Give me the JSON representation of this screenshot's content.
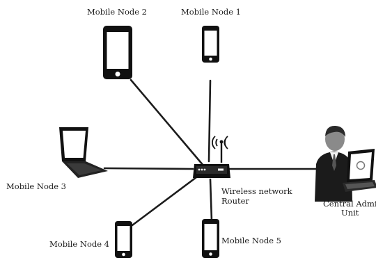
{
  "diagram": {
    "nodes": {
      "node1": {
        "label": "Mobile Node 1",
        "device": "smartphone-icon"
      },
      "node2": {
        "label": "Mobile Node 2",
        "device": "tablet-icon"
      },
      "node3": {
        "label": "Mobile Node 3",
        "device": "laptop-icon"
      },
      "node4": {
        "label": "Mobile Node 4",
        "device": "smartphone-icon"
      },
      "node5": {
        "label": "Mobile Node 5",
        "device": "smartphone-icon"
      },
      "router": {
        "label_line1": "Wireless network",
        "label_line2": "Router",
        "device": "router-icon"
      },
      "admin": {
        "label_line1": "Central Admin",
        "label_line2": "Unit",
        "device": "admin-user-icon"
      }
    },
    "edges": [
      [
        "router",
        "node1"
      ],
      [
        "router",
        "node2"
      ],
      [
        "router",
        "node3"
      ],
      [
        "router",
        "node4"
      ],
      [
        "router",
        "node5"
      ],
      [
        "router",
        "admin"
      ]
    ],
    "colors": {
      "ink": "#1a1a1a",
      "screen": "#ffffff",
      "background": "#ffffff"
    }
  }
}
